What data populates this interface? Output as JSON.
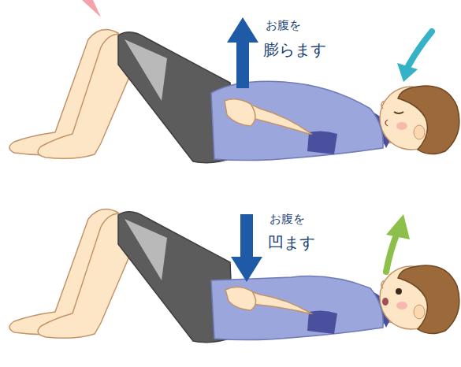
{
  "diagram": {
    "labels": [
      "お腹を",
      "膨らます",
      "お腹を",
      "凹ます"
    ]
  }
}
